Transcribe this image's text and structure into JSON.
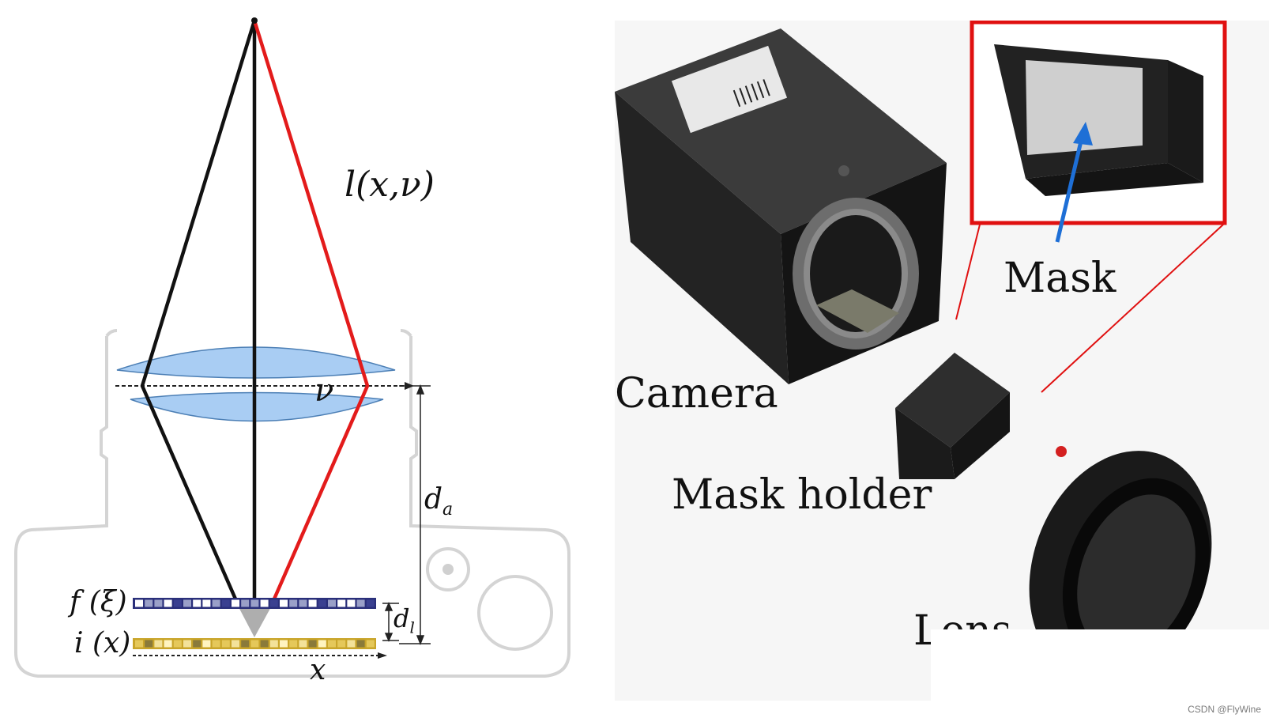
{
  "diagram": {
    "light_field_label": "l(x,ν)",
    "aperture_label": "ν",
    "distance_aperture_label": "d",
    "distance_aperture_sub": "a",
    "distance_mask_label": "d",
    "distance_mask_sub": "l",
    "mask_label": "f (ξ)",
    "sensor_label": "i (x)",
    "sensor_axis_label": "x"
  },
  "photo": {
    "camera_label": "Camera",
    "mask_holder_label": "Mask holder",
    "mask_label": "Mask",
    "lens_label": "Lens"
  },
  "colors": {
    "ray_red": "#e31b1b",
    "ray_black": "#111111",
    "lens_fill": "#a9cdf3",
    "inset_border": "#e01010",
    "arrow_blue": "#1e6fd6"
  },
  "watermark": "CSDN @FlyWine"
}
